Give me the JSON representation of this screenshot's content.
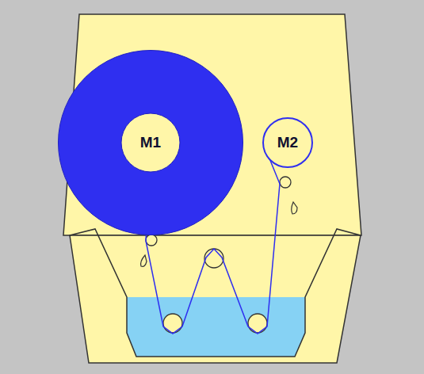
{
  "diagram": {
    "nodes": [
      {
        "text": [
          "M1"
        ]
      },
      {
        "text": [
          "M2"
        ]
      }
    ],
    "edges": [
      {
        "from": 0,
        "to": 1,
        "arrow": "none"
      }
    ]
  }
}
